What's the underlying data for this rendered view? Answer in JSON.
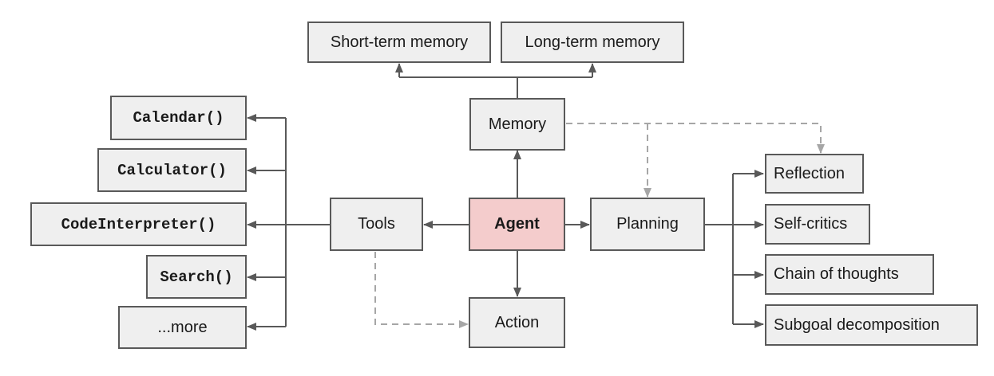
{
  "diagram": {
    "agent": "Agent",
    "memory": "Memory",
    "short_term_memory": "Short-term memory",
    "long_term_memory": "Long-term memory",
    "tools": "Tools",
    "action": "Action",
    "planning": "Planning",
    "tool_calendar": "Calendar()",
    "tool_calculator": "Calculator()",
    "tool_code_interpreter": "CodeInterpreter()",
    "tool_search": "Search()",
    "tool_more": "...more",
    "plan_reflection": "Reflection",
    "plan_self_critics": "Self-critics",
    "plan_chain_of_thoughts": "Chain of thoughts",
    "plan_subgoal_decomposition": "Subgoal decomposition"
  },
  "colors": {
    "agent_fill": "#f4cccc",
    "box_fill": "#efefef",
    "box_border": "#595959",
    "solid_link": "#595959",
    "dashed_link": "#a6a6a6"
  }
}
